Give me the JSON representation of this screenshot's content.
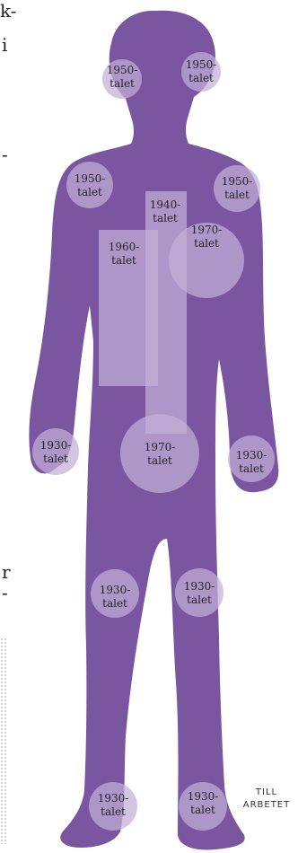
{
  "colors": {
    "figure": "#7a55a0",
    "patch": "#c3b0d8",
    "background": "#ffffff"
  },
  "left_text_fragments": [
    "k-",
    "i",
    "-",
    "r",
    "-"
  ],
  "tags": [
    {
      "name": "tag-head-left",
      "line1": "1950-",
      "line2": "talet",
      "shape": "circle"
    },
    {
      "name": "tag-head-right",
      "line1": "1950-",
      "line2": "talet",
      "shape": "circle"
    },
    {
      "name": "tag-shoulder-left",
      "line1": "1950-",
      "line2": "talet",
      "shape": "circle"
    },
    {
      "name": "tag-shoulder-right",
      "line1": "1950-",
      "line2": "talet",
      "shape": "circle"
    },
    {
      "name": "tag-zipper",
      "line1": "1940-",
      "line2": "talet",
      "shape": "rect"
    },
    {
      "name": "tag-chest-circle",
      "line1": "1970-",
      "line2": "talet",
      "shape": "circle"
    },
    {
      "name": "tag-chest-rect",
      "line1": "1960-",
      "line2": "talet",
      "shape": "rect"
    },
    {
      "name": "tag-hand-left",
      "line1": "1930-",
      "line2": "talet",
      "shape": "circle"
    },
    {
      "name": "tag-crotch",
      "line1": "1970-",
      "line2": "talet",
      "shape": "circle"
    },
    {
      "name": "tag-hand-right",
      "line1": "1930-",
      "line2": "talet",
      "shape": "circle"
    },
    {
      "name": "tag-knee-left",
      "line1": "1930-",
      "line2": "talet",
      "shape": "circle"
    },
    {
      "name": "tag-knee-right",
      "line1": "1930-",
      "line2": "talet",
      "shape": "circle"
    },
    {
      "name": "tag-foot-left",
      "line1": "1930-",
      "line2": "talet",
      "shape": "circle"
    },
    {
      "name": "tag-foot-right",
      "line1": "1930-",
      "line2": "talet",
      "shape": "circle"
    }
  ],
  "credit": {
    "line1": "TILL",
    "line2": "ARBETET"
  }
}
